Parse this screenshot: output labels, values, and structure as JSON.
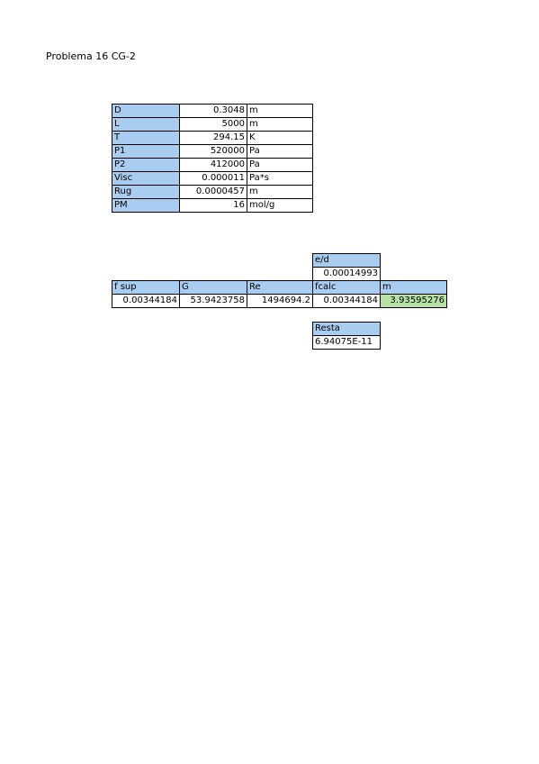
{
  "title": "Problema 16 CG-2",
  "params": [
    {
      "label": "D",
      "value": "0.3048",
      "unit": "m"
    },
    {
      "label": "L",
      "value": "5000",
      "unit": "m"
    },
    {
      "label": "T",
      "value": "294.15",
      "unit": "K"
    },
    {
      "label": "P1",
      "value": "520000",
      "unit": "Pa"
    },
    {
      "label": "P2",
      "value": "412000",
      "unit": "Pa"
    },
    {
      "label": "Visc",
      "value": "0.000011",
      "unit": "Pa*s"
    },
    {
      "label": "Rug",
      "value": "0.0000457",
      "unit": "m"
    },
    {
      "label": "PM",
      "value": "16",
      "unit": "mol/g"
    }
  ],
  "ed": {
    "header": "e/d",
    "value": "0.00014993"
  },
  "calc": {
    "headers": [
      "f sup",
      "G",
      "Re",
      "fcalc",
      "m"
    ],
    "values": [
      "0.00344184",
      "53.9423758",
      "1494694.2",
      "0.00344184",
      "3.93595276"
    ]
  },
  "resta": {
    "header": "Resta",
    "value": "6.94075E-11"
  },
  "colors": {
    "header_fill": "#a9cdf0",
    "highlight_fill": "#b6e3a5"
  }
}
